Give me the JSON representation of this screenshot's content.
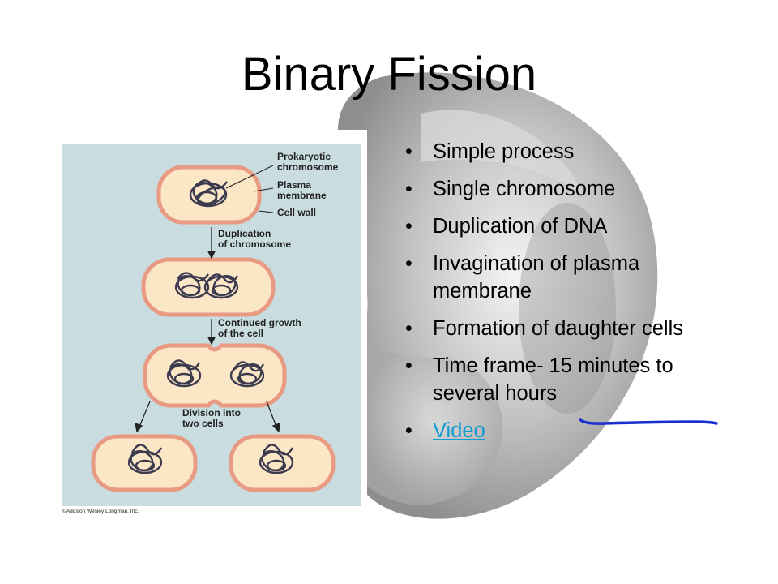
{
  "slide": {
    "title": "Binary Fission",
    "bullets": [
      "Simple process",
      "Single chromosome",
      "Duplication of DNA",
      "Invagination of plasma membrane",
      "Formation of daughter cells",
      "Time frame- 15 minutes to several hours"
    ],
    "link_bullet": "Video",
    "bullet_glyph": "•",
    "link_color": "#0f9cd1",
    "annotation_color": "#1a2fd0"
  },
  "figure": {
    "labels": {
      "prokaryotic_chromosome": "Prokaryotic\nchromosome",
      "plasma_membrane": "Plasma\nmembrane",
      "cell_wall": "Cell wall",
      "duplication": "Duplication\nof chromosome",
      "continued_growth": "Continued growth\nof the cell",
      "division": "Division into\ntwo cells"
    },
    "copyright": "©Addison Wesley Longman, Inc.",
    "colors": {
      "panel": "#c9dde0",
      "cell_fill": "#fbe7c6",
      "cell_wall": "#e89a82",
      "chromosome": "#3c3a4e"
    }
  }
}
